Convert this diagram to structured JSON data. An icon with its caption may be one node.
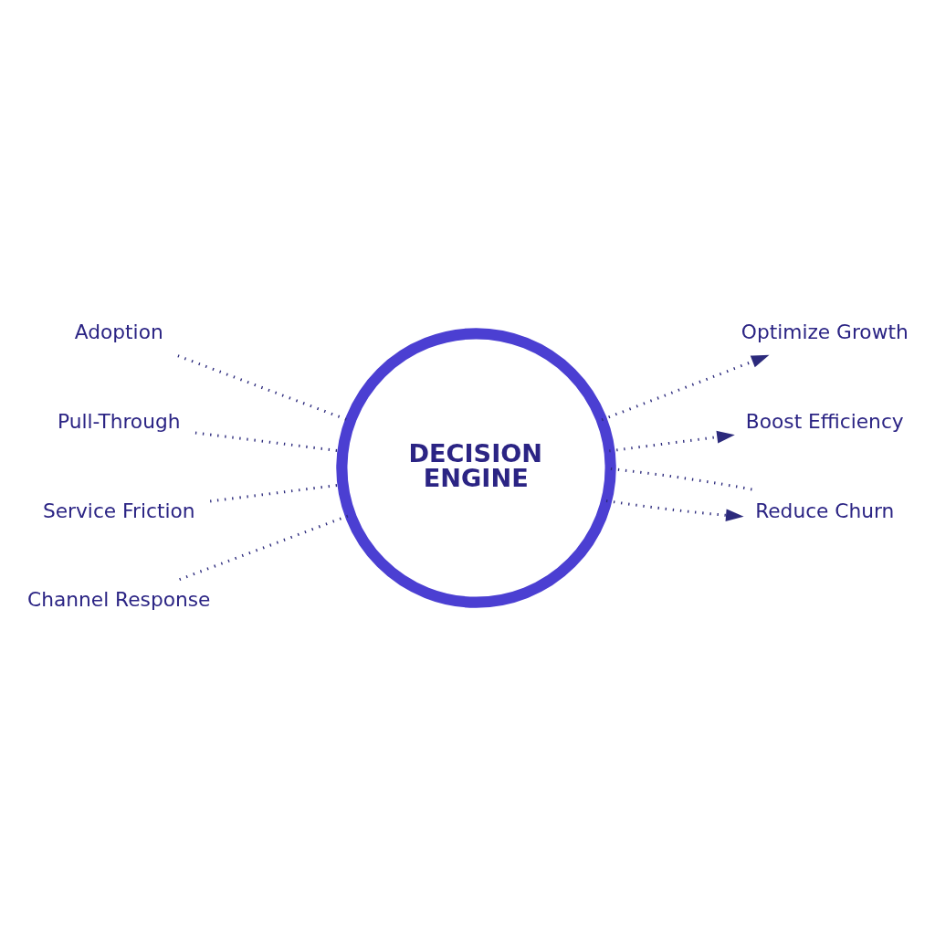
{
  "diagram": {
    "nodes": [
      {
        "text": [
          "Adoption"
        ]
      },
      {
        "text": [
          "Pull-Through"
        ]
      },
      {
        "text": [
          "Service Friction"
        ]
      },
      {
        "text": [
          "Channel Response"
        ]
      },
      {
        "text": [
          "DECISION ENGINE"
        ]
      },
      {
        "text": [
          "Optimize Growth"
        ]
      },
      {
        "text": [
          "Boost Efficiency"
        ]
      },
      {
        "text": [
          "Reduce Churn"
        ]
      }
    ],
    "edges": [
      {
        "from": 0,
        "to": 4,
        "arrow": "none",
        "style": "dashed"
      },
      {
        "from": 1,
        "to": 4,
        "arrow": "none",
        "style": "dashed"
      },
      {
        "from": 2,
        "to": 4,
        "arrow": "none",
        "style": "dashed"
      },
      {
        "from": 3,
        "to": 4,
        "arrow": "none",
        "style": "dashed"
      },
      {
        "from": 4,
        "to": 5,
        "arrow": "to",
        "style": "dashed"
      },
      {
        "from": 4,
        "to": 6,
        "arrow": "to",
        "style": "dashed"
      },
      {
        "from": 4,
        "to": 7,
        "arrow": "to",
        "style": "dashed"
      },
      {
        "from": 4,
        "to": 7,
        "arrow": "none",
        "style": "dashed"
      }
    ]
  }
}
